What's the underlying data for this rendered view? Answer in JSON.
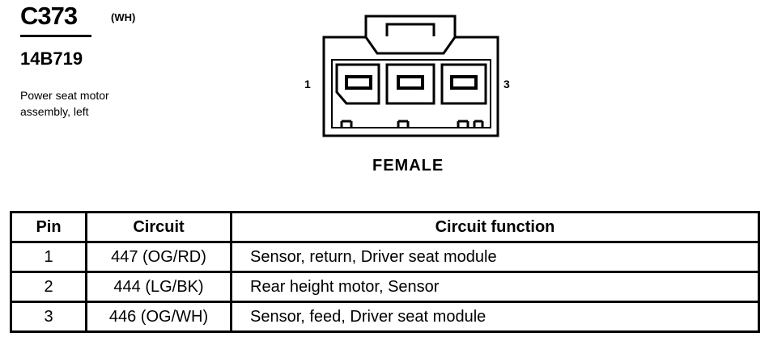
{
  "connector": {
    "id": "C373",
    "color_code": "(WH)",
    "part_number": "14B719",
    "description_line1": "Power seat motor",
    "description_line2": "assembly, left",
    "pin_label_left": "1",
    "pin_label_right": "3",
    "gender": "FEMALE"
  },
  "table": {
    "headers": {
      "pin": "Pin",
      "circuit": "Circuit",
      "function": "Circuit function"
    },
    "rows": [
      {
        "pin": "1",
        "circuit": "447 (OG/RD)",
        "function": "Sensor, return, Driver seat module"
      },
      {
        "pin": "2",
        "circuit": "444 (LG/BK)",
        "function": "Rear height motor, Sensor"
      },
      {
        "pin": "3",
        "circuit": "446 (OG/WH)",
        "function": "Sensor, feed, Driver seat module"
      }
    ]
  }
}
